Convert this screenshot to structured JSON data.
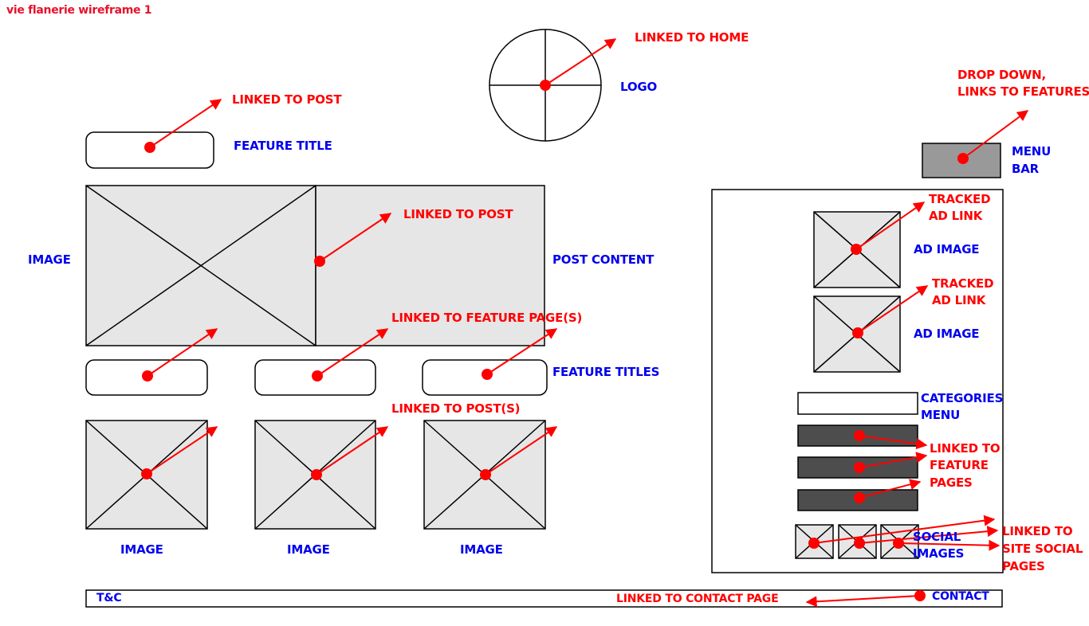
{
  "title": "vie flanerie wireframe 1",
  "annotations": {
    "linked_to_home": "LINKED TO HOME",
    "logo": "LOGO",
    "drop_down_line1": "DROP DOWN,",
    "drop_down_line2": "LINKS TO FEATURES",
    "menu_bar_line1": "MENU",
    "menu_bar_line2": "BAR",
    "linked_to_post_top": "LINKED TO POST",
    "feature_title": "FEATURE TITLE",
    "image_left": "IMAGE",
    "linked_to_post_mid": "LINKED TO POST",
    "post_content": "POST CONTENT",
    "linked_to_feature_pages": "LINKED TO FEATURE PAGE(S)",
    "feature_titles": "FEATURE TITLES",
    "linked_to_posts": "LINKED TO POST(S)",
    "image_1": "IMAGE",
    "image_2": "IMAGE",
    "image_3": "IMAGE",
    "tracked_ad_link_1_line1": "TRACKED",
    "tracked_ad_link_1_line2": "AD LINK",
    "ad_image_1": "AD IMAGE",
    "tracked_ad_link_2_line1": "TRACKED",
    "tracked_ad_link_2_line2": "AD LINK",
    "ad_image_2": "AD IMAGE",
    "categories_menu_line1": "CATEGORIES",
    "categories_menu_line2": "MENU",
    "linked_to_feature_pages_line1": "LINKED TO",
    "linked_to_feature_pages_line2": "FEATURE",
    "linked_to_feature_pages_line3": "PAGES",
    "social_images_line1": "SOCIAL",
    "social_images_line2": "IMAGES",
    "linked_to_social_line1": "LINKED TO",
    "linked_to_social_line2": "SITE SOCIAL",
    "linked_to_social_line3": "PAGES",
    "tc": "T&C",
    "linked_to_contact": "LINKED TO CONTACT PAGE",
    "contact": "CONTACT"
  },
  "colors": {
    "annotation": "#ff0000",
    "label": "#0000ee",
    "placeholder_fill": "#e6e6e6",
    "menu_bar_fill": "#999999",
    "category_fill": "#4d4d4d",
    "stroke": "#000000"
  }
}
